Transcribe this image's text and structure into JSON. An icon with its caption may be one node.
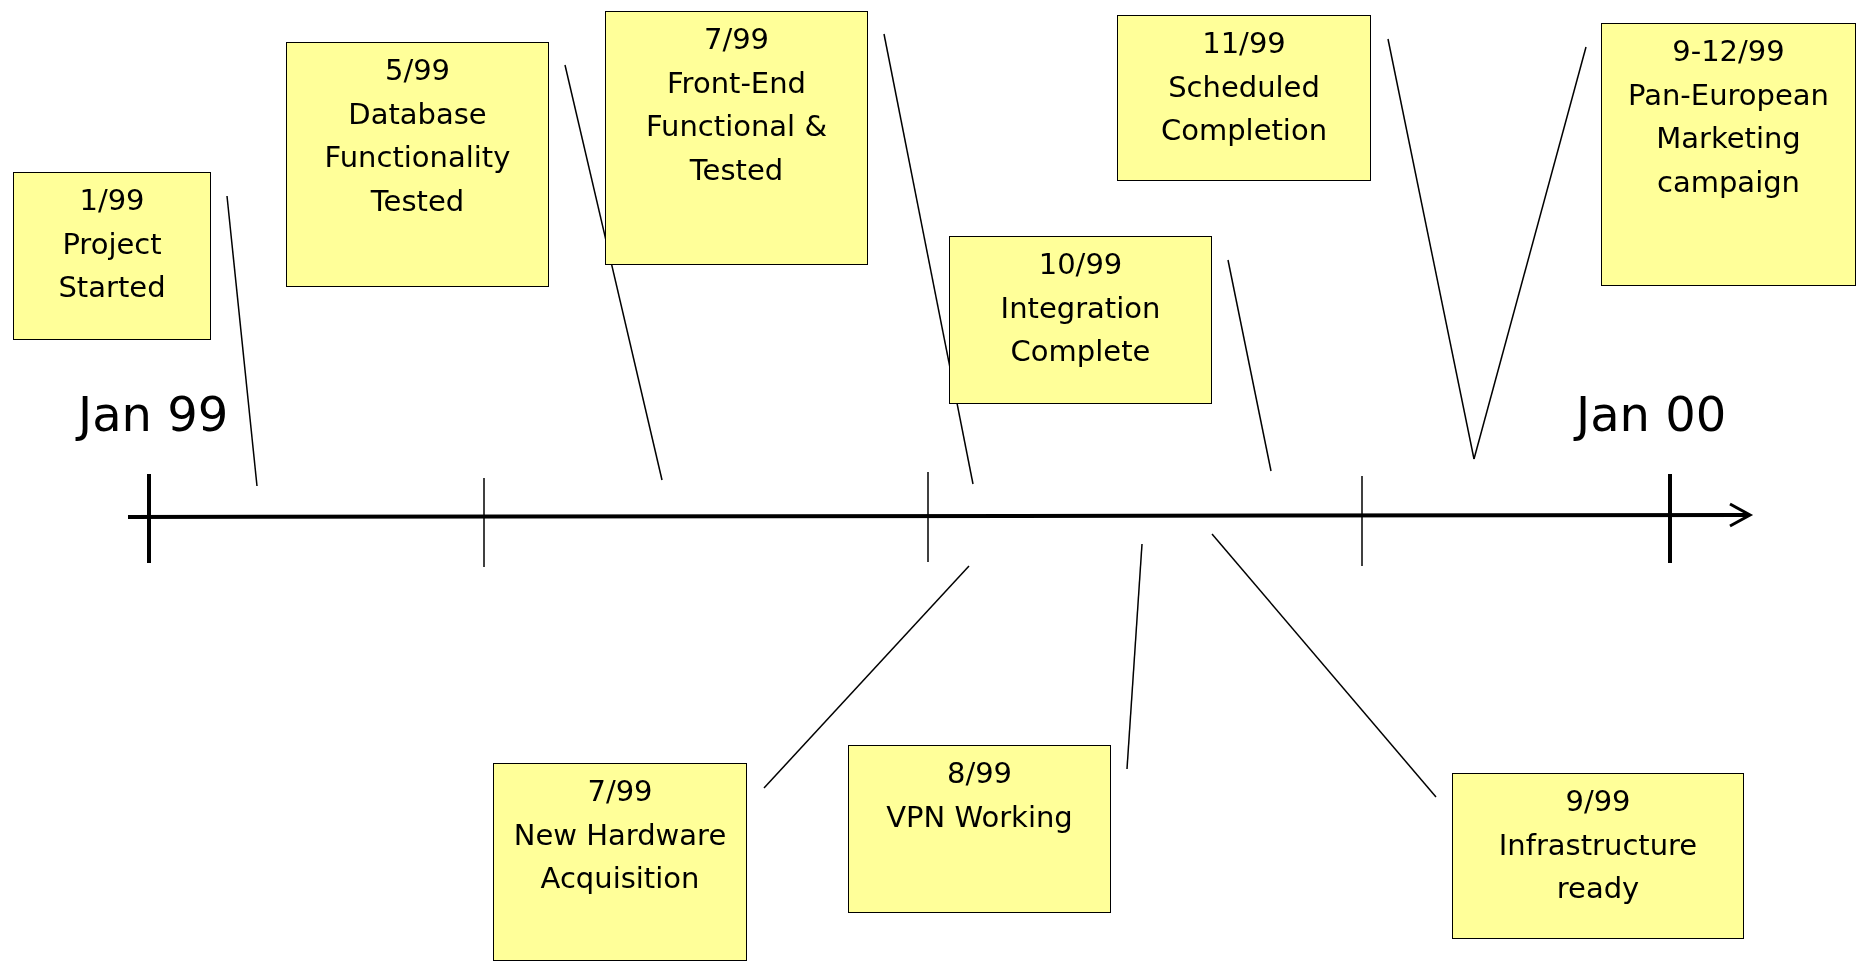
{
  "diagram": {
    "nodes": [
      {
        "text": [
          "1/99",
          "Project Started"
        ]
      },
      {
        "text": [
          "5/99",
          "Database Functionality Tested"
        ]
      },
      {
        "text": [
          "7/99",
          "Front-End Functional & Tested"
        ]
      },
      {
        "text": [
          "7/99",
          "New Hardware Acquisition"
        ]
      },
      {
        "text": [
          "8/99",
          "VPN Working"
        ]
      },
      {
        "text": [
          "10/99",
          "Integration Complete"
        ]
      },
      {
        "text": [
          "9/99",
          "Infrastructure ready"
        ]
      },
      {
        "text": [
          "11/99",
          "Scheduled Completion"
        ]
      },
      {
        "text": [
          "9-12/99",
          "Pan-European Marketing campaign"
        ]
      }
    ],
    "edges": [
      {
        "from": 0,
        "to": null,
        "arrow": "none"
      },
      {
        "from": 1,
        "to": null,
        "arrow": "none"
      },
      {
        "from": 2,
        "to": null,
        "arrow": "none"
      },
      {
        "from": 3,
        "to": null,
        "arrow": "none"
      },
      {
        "from": 4,
        "to": null,
        "arrow": "none"
      },
      {
        "from": 5,
        "to": null,
        "arrow": "none"
      },
      {
        "from": 6,
        "to": null,
        "arrow": "none"
      },
      {
        "from": 7,
        "to": null,
        "arrow": "none"
      },
      {
        "from": 8,
        "to": null,
        "arrow": "none"
      }
    ],
    "labels": [
      "Jan 99",
      "Jan 00"
    ]
  }
}
